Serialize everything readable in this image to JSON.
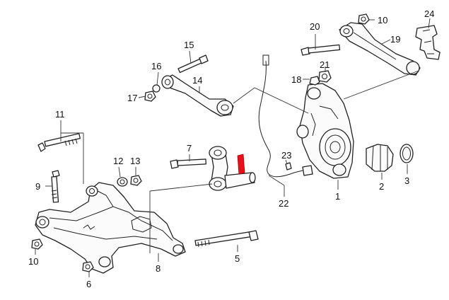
{
  "callouts": [
    {
      "id": "c1",
      "text": "1"
    },
    {
      "id": "c2",
      "text": "2"
    },
    {
      "id": "c3",
      "text": "3"
    },
    {
      "id": "c5",
      "text": "5"
    },
    {
      "id": "c6",
      "text": "6"
    },
    {
      "id": "c7",
      "text": "7"
    },
    {
      "id": "c8",
      "text": "8"
    },
    {
      "id": "c9",
      "text": "9"
    },
    {
      "id": "c10a",
      "text": "10"
    },
    {
      "id": "c10b",
      "text": "10"
    },
    {
      "id": "c11",
      "text": "11"
    },
    {
      "id": "c12",
      "text": "12"
    },
    {
      "id": "c13",
      "text": "13"
    },
    {
      "id": "c14",
      "text": "14"
    },
    {
      "id": "c15",
      "text": "15"
    },
    {
      "id": "c16",
      "text": "16"
    },
    {
      "id": "c17",
      "text": "17"
    },
    {
      "id": "c18",
      "text": "18"
    },
    {
      "id": "c19",
      "text": "19"
    },
    {
      "id": "c20",
      "text": "20"
    },
    {
      "id": "c21",
      "text": "21"
    },
    {
      "id": "c22",
      "text": "22"
    },
    {
      "id": "c23",
      "text": "23"
    },
    {
      "id": "c24",
      "text": "24"
    }
  ],
  "colors": {
    "line": "#222222",
    "fill": "#fbfbfb",
    "highlight": "#e8101a"
  }
}
